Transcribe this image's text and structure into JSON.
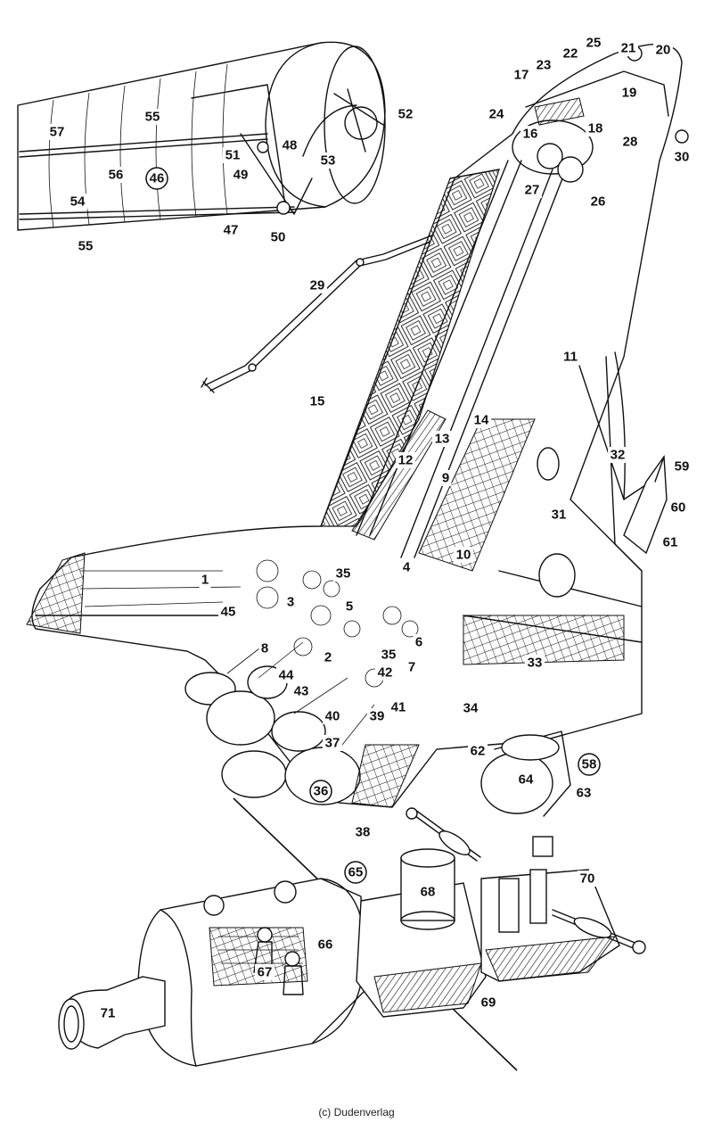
{
  "copyright": "(c) Dudenverlag",
  "labels": [
    {
      "id": "1",
      "text": "1",
      "circled": false
    },
    {
      "id": "2",
      "text": "2",
      "circled": false
    },
    {
      "id": "3",
      "text": "3",
      "circled": false
    },
    {
      "id": "4",
      "text": "4",
      "circled": false
    },
    {
      "id": "5",
      "text": "5",
      "circled": false
    },
    {
      "id": "6",
      "text": "6",
      "circled": false
    },
    {
      "id": "7",
      "text": "7",
      "circled": false
    },
    {
      "id": "8",
      "text": "8",
      "circled": false
    },
    {
      "id": "9",
      "text": "9",
      "circled": false
    },
    {
      "id": "10",
      "text": "10",
      "circled": false
    },
    {
      "id": "11",
      "text": "11",
      "circled": false
    },
    {
      "id": "12",
      "text": "12",
      "circled": false
    },
    {
      "id": "13",
      "text": "13",
      "circled": false
    },
    {
      "id": "14",
      "text": "14",
      "circled": false
    },
    {
      "id": "15",
      "text": "15",
      "circled": false
    },
    {
      "id": "16",
      "text": "16",
      "circled": false
    },
    {
      "id": "17",
      "text": "17",
      "circled": false
    },
    {
      "id": "18",
      "text": "18",
      "circled": false
    },
    {
      "id": "19",
      "text": "19",
      "circled": false
    },
    {
      "id": "20",
      "text": "20",
      "circled": false
    },
    {
      "id": "21",
      "text": "21",
      "circled": false
    },
    {
      "id": "22",
      "text": "22",
      "circled": false
    },
    {
      "id": "23",
      "text": "23",
      "circled": false
    },
    {
      "id": "24",
      "text": "24",
      "circled": false
    },
    {
      "id": "25",
      "text": "25",
      "circled": false
    },
    {
      "id": "26",
      "text": "26",
      "circled": false
    },
    {
      "id": "27",
      "text": "27",
      "circled": false
    },
    {
      "id": "28",
      "text": "28",
      "circled": false
    },
    {
      "id": "29",
      "text": "29",
      "circled": false
    },
    {
      "id": "30",
      "text": "30",
      "circled": false
    },
    {
      "id": "31",
      "text": "31",
      "circled": false
    },
    {
      "id": "32",
      "text": "32",
      "circled": false
    },
    {
      "id": "33",
      "text": "33",
      "circled": false
    },
    {
      "id": "34",
      "text": "34",
      "circled": false
    },
    {
      "id": "35a",
      "text": "35",
      "circled": false
    },
    {
      "id": "35b",
      "text": "35",
      "circled": false
    },
    {
      "id": "36",
      "text": "36",
      "circled": true
    },
    {
      "id": "37",
      "text": "37",
      "circled": false
    },
    {
      "id": "38",
      "text": "38",
      "circled": false
    },
    {
      "id": "39",
      "text": "39",
      "circled": false
    },
    {
      "id": "40",
      "text": "40",
      "circled": false
    },
    {
      "id": "41",
      "text": "41",
      "circled": false
    },
    {
      "id": "42",
      "text": "42",
      "circled": false
    },
    {
      "id": "43",
      "text": "43",
      "circled": false
    },
    {
      "id": "44",
      "text": "44",
      "circled": false
    },
    {
      "id": "45",
      "text": "45",
      "circled": false
    },
    {
      "id": "46",
      "text": "46",
      "circled": true
    },
    {
      "id": "47",
      "text": "47",
      "circled": false
    },
    {
      "id": "48",
      "text": "48",
      "circled": false
    },
    {
      "id": "49",
      "text": "49",
      "circled": false
    },
    {
      "id": "50",
      "text": "50",
      "circled": false
    },
    {
      "id": "51",
      "text": "51",
      "circled": false
    },
    {
      "id": "52",
      "text": "52",
      "circled": false
    },
    {
      "id": "53",
      "text": "53",
      "circled": false
    },
    {
      "id": "54",
      "text": "54",
      "circled": false
    },
    {
      "id": "55a",
      "text": "55",
      "circled": false
    },
    {
      "id": "55b",
      "text": "55",
      "circled": false
    },
    {
      "id": "56",
      "text": "56",
      "circled": false
    },
    {
      "id": "57",
      "text": "57",
      "circled": false
    },
    {
      "id": "58",
      "text": "58",
      "circled": true
    },
    {
      "id": "59",
      "text": "59",
      "circled": false
    },
    {
      "id": "60",
      "text": "60",
      "circled": false
    },
    {
      "id": "61",
      "text": "61",
      "circled": false
    },
    {
      "id": "62",
      "text": "62",
      "circled": false
    },
    {
      "id": "63",
      "text": "63",
      "circled": false
    },
    {
      "id": "64",
      "text": "64",
      "circled": false
    },
    {
      "id": "65",
      "text": "65",
      "circled": true
    },
    {
      "id": "66",
      "text": "66",
      "circled": false
    },
    {
      "id": "67",
      "text": "67",
      "circled": false
    },
    {
      "id": "68",
      "text": "68",
      "circled": false
    },
    {
      "id": "69",
      "text": "69",
      "circled": false
    },
    {
      "id": "70",
      "text": "70",
      "circled": false
    },
    {
      "id": "71",
      "text": "71",
      "circled": false
    }
  ]
}
